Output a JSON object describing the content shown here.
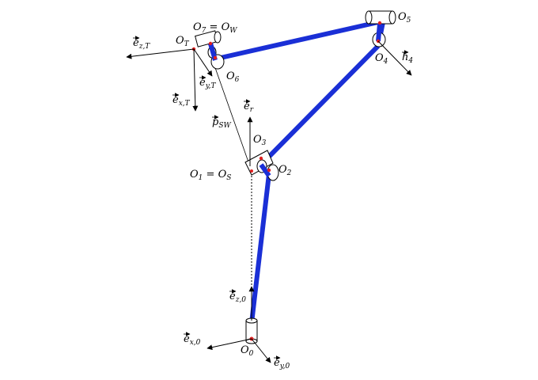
{
  "diagram": {
    "frames": {
      "o0": {
        "base": "O",
        "sub": "0"
      },
      "o1": {
        "base": "O",
        "sub": "1",
        "eq": " = ",
        "base2": "O",
        "sub2": "S"
      },
      "o2": {
        "base": "O",
        "sub": "2"
      },
      "o3": {
        "base": "O",
        "sub": "3"
      },
      "o4": {
        "base": "O",
        "sub": "4"
      },
      "o5": {
        "base": "O",
        "sub": "5"
      },
      "o6": {
        "base": "O",
        "sub": "6"
      },
      "o7": {
        "base": "O",
        "sub": "7",
        "eq": " = ",
        "base2": "O",
        "sub2": "W"
      },
      "ot": {
        "base": "O",
        "sub": "T"
      }
    },
    "vectors": {
      "ez0": {
        "base": "e",
        "sub": "z,0"
      },
      "ex0": {
        "base": "e",
        "sub": "x,0"
      },
      "ey0": {
        "base": "e",
        "sub": "y,0"
      },
      "er": {
        "base": "e",
        "sub": "r"
      },
      "psw": {
        "base": "p",
        "sub": "SW"
      },
      "h4": {
        "base": "h",
        "sub": "4"
      },
      "ezT": {
        "base": "e",
        "sub": "z,T"
      },
      "eyT": {
        "base": "e",
        "sub": "y,T"
      },
      "exT": {
        "base": "e",
        "sub": "x,T"
      }
    },
    "colors": {
      "link": "#1a2fd6",
      "joint_dot": "#e02020",
      "line": "#000000"
    }
  }
}
